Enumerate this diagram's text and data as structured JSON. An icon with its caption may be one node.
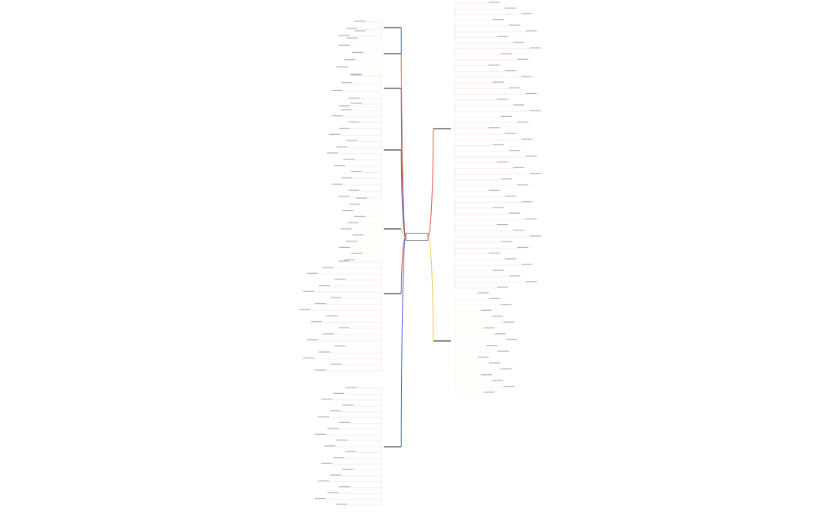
{
  "diagram": {
    "nodes": [
      {
        "text": [],
        "shape": "box"
      },
      {
        "text": [],
        "shape": "bar"
      },
      {
        "text": [],
        "shape": "bar"
      },
      {
        "text": [],
        "shape": "bar"
      },
      {
        "text": [],
        "shape": "bar"
      },
      {
        "text": [],
        "shape": "bar"
      },
      {
        "text": [],
        "shape": "bar"
      },
      {
        "text": [],
        "shape": "bar"
      },
      {
        "text": [],
        "shape": "bar"
      },
      {
        "text": [],
        "shape": "bar"
      }
    ],
    "edges": [
      {
        "from": 0,
        "to": 1,
        "arrow": "none",
        "color": "#3b4fd6"
      },
      {
        "from": 0,
        "to": 2,
        "arrow": "none",
        "color": "#f0bf30"
      },
      {
        "from": 0,
        "to": 3,
        "arrow": "none",
        "color": "#e0402c"
      },
      {
        "from": 0,
        "to": 4,
        "arrow": "none",
        "color": "#3b4fd6"
      },
      {
        "from": 0,
        "to": 5,
        "arrow": "none",
        "color": "#f0bf30"
      },
      {
        "from": 0,
        "to": 6,
        "arrow": "none",
        "color": "#e0402c"
      },
      {
        "from": 0,
        "to": 7,
        "arrow": "none",
        "color": "#3b4fd6"
      },
      {
        "from": 0,
        "to": 8,
        "arrow": "none",
        "color": "#e0402c"
      },
      {
        "from": 0,
        "to": 9,
        "arrow": "none",
        "color": "#f0bf30"
      }
    ]
  }
}
